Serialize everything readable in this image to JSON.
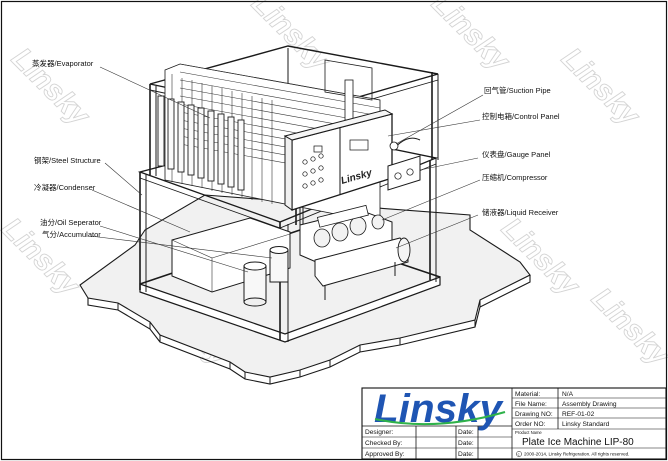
{
  "watermark": "Linsky",
  "callouts_left": [
    {
      "id": "evaporator",
      "text": "蒸发器/Evaporator"
    },
    {
      "id": "steel-structure",
      "text": "钢架/Steel Structure"
    },
    {
      "id": "condenser",
      "text": "冷凝器/Condenser"
    },
    {
      "id": "oil-separator",
      "text": "油分/Oil Seperator"
    },
    {
      "id": "accumulator",
      "text": "气分/Accumulator"
    }
  ],
  "callouts_right": [
    {
      "id": "suction-pipe",
      "text": "回气管/Suction Pipe"
    },
    {
      "id": "control-panel",
      "text": "控制电箱/Control Panel"
    },
    {
      "id": "gauge-panel",
      "text": "仪表盘/Gauge Panel"
    },
    {
      "id": "compressor",
      "text": "压缩机/Compressor"
    },
    {
      "id": "liquid-receiver",
      "text": "储液器/Liquid Receiver"
    }
  ],
  "panel_logo": "Linsky",
  "title_block": {
    "logo_text": "Linsky",
    "material_label": "Material:",
    "material_value": "N/A",
    "file_name_label": "File Name:",
    "file_name_value": "Assembly Drawing",
    "drawing_no_label": "Drawing NO:",
    "drawing_no_value": "REF-01-02",
    "order_no_label": "Order NO:",
    "order_no_value": "Linsky Standard",
    "designer_label": "Designer:",
    "checked_by_label": "Checked By:",
    "approved_by_label": "Approved By:",
    "date_label": "Date:",
    "product_name_label": "Product Name",
    "product_name_value": "Plate Ice Machine LIP-80",
    "copyright": "2000-2014, Linsky Refrigeration. All rights reserved."
  }
}
